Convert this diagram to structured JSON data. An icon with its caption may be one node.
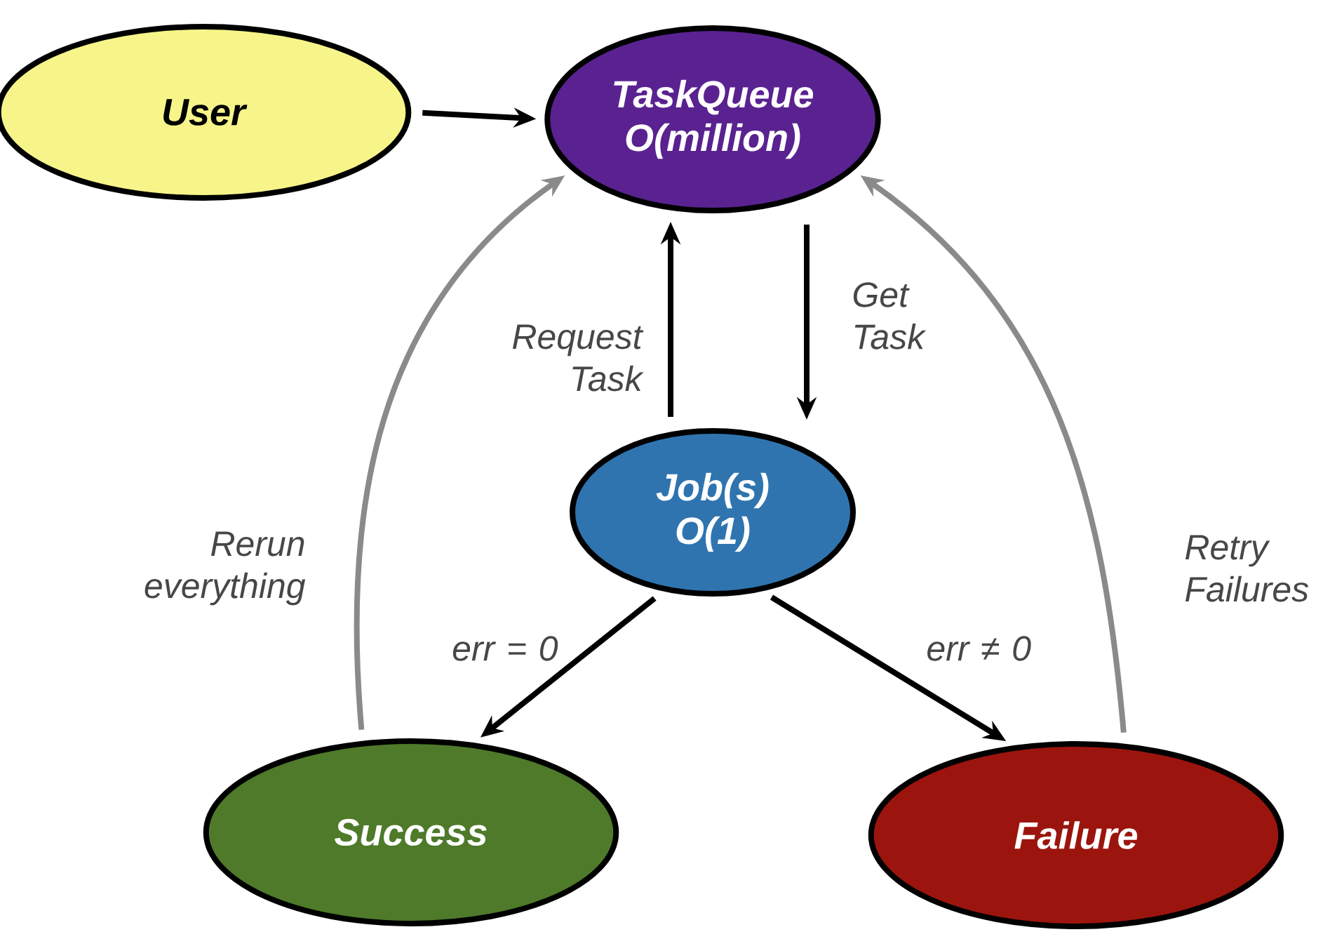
{
  "diagram": {
    "nodes": [
      {
        "text": [
          "User"
        ]
      },
      {
        "text": [
          "TaskQueue O(million)"
        ]
      },
      {
        "text": [
          "Job(s) O(1)"
        ]
      },
      {
        "text": [
          "Success"
        ]
      },
      {
        "text": [
          "Failure"
        ]
      }
    ],
    "edges": [
      {
        "from": 0,
        "to": 1,
        "arrow": "to"
      },
      {
        "from": 1,
        "to": 2,
        "arrow": "to",
        "label": "Get Task"
      },
      {
        "from": 2,
        "to": 1,
        "arrow": "to",
        "label": "Request Task"
      },
      {
        "from": 2,
        "to": 3,
        "arrow": "to",
        "label": "err = 0"
      },
      {
        "from": 2,
        "to": 4,
        "arrow": "to",
        "label": "err ≠ 0"
      },
      {
        "from": 3,
        "to": 1,
        "arrow": "to",
        "label": "Rerun everything",
        "color": "#8a8a8a"
      },
      {
        "from": 4,
        "to": 1,
        "arrow": "to",
        "label": "Retry Failures",
        "color": "#8a8a8a"
      }
    ]
  }
}
